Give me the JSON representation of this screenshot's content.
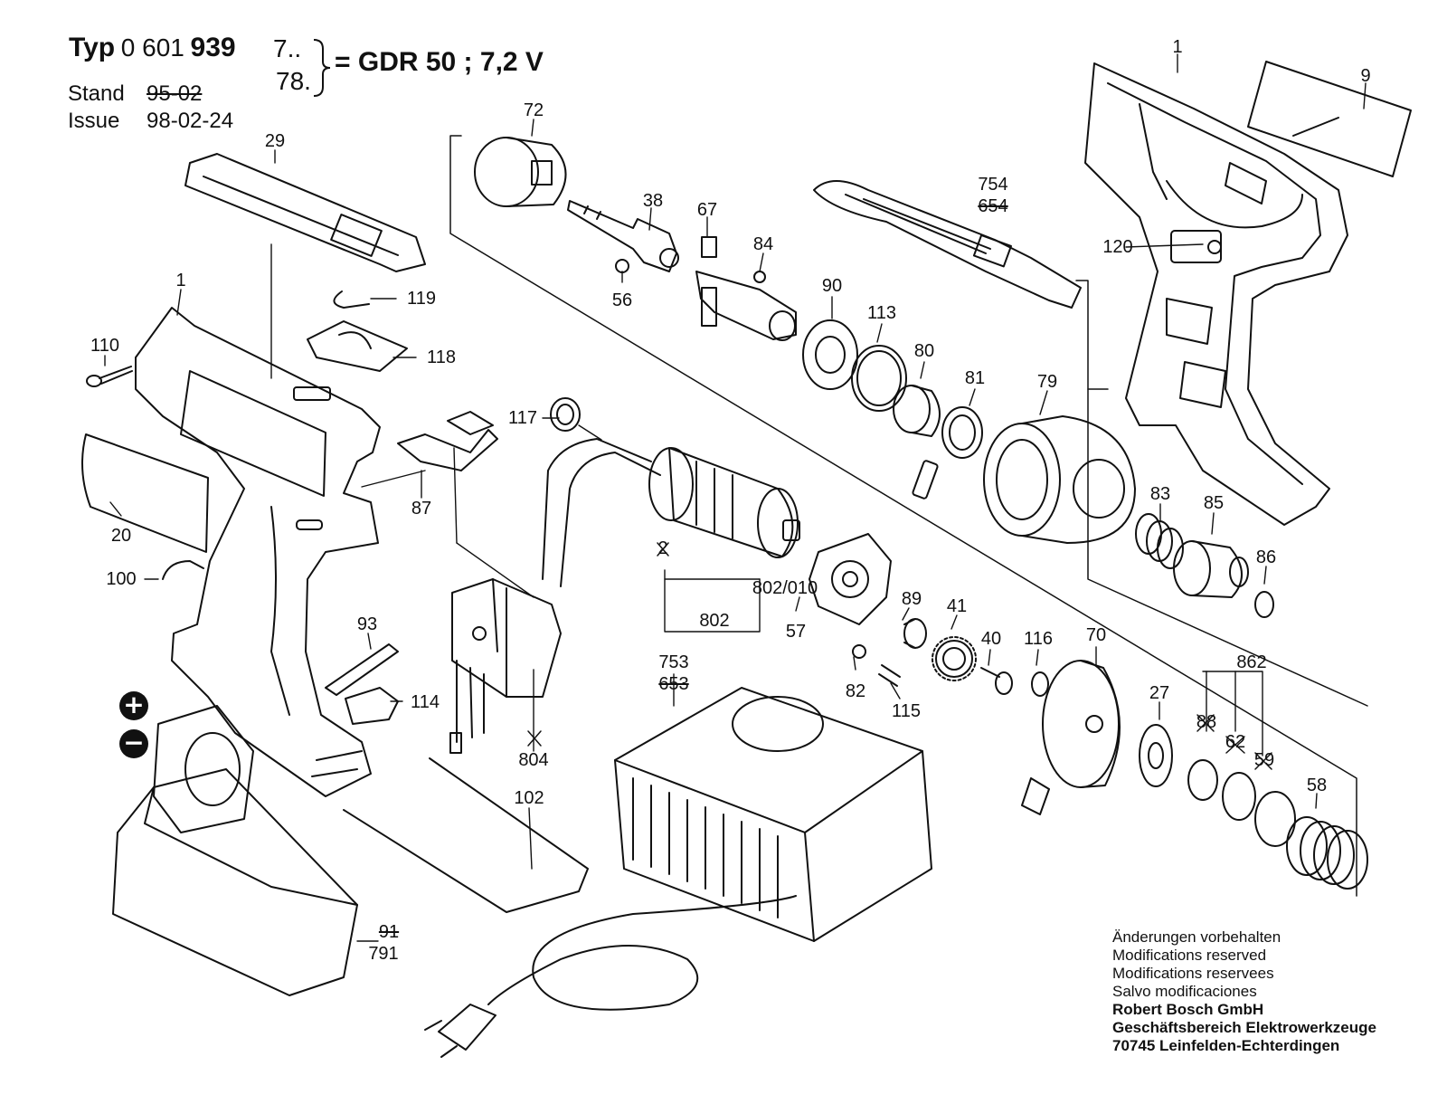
{
  "header": {
    "typ_label": "Typ",
    "typ_number_prefix": "0 601",
    "typ_number_bold": "939",
    "typ_variant_1": "7..",
    "typ_variant_2": "78.",
    "model": "= GDR 50 ; 7,2 V",
    "stand_label": "Stand",
    "stand_value": "95-02",
    "issue_label": "Issue",
    "issue_value": "98-02-24"
  },
  "symbols": {
    "plus": "+",
    "minus": "−"
  },
  "parts": {
    "p1a": "1",
    "p9": "9",
    "p72": "72",
    "p29": "29",
    "p38": "38",
    "p67": "67",
    "p754": "754",
    "p654": "654",
    "p120": "120",
    "p84": "84",
    "p56": "56",
    "p90": "90",
    "p113": "113",
    "p80": "80",
    "p81": "81",
    "p79": "79",
    "p1b": "1",
    "p119": "119",
    "p110": "110",
    "p118": "118",
    "p117": "117",
    "p87": "87",
    "p20": "20",
    "p100": "100",
    "p2": "2",
    "p802_010": "802/010",
    "p802": "802",
    "p83": "83",
    "p85": "85",
    "p86": "86",
    "p57": "57",
    "p89": "89",
    "p41": "41",
    "p93": "93",
    "p40": "40",
    "p116": "116",
    "p70": "70",
    "p862": "862",
    "p114": "114",
    "p82": "82",
    "p115": "115",
    "p753": "753",
    "p653": "653",
    "p27": "27",
    "p88": "88",
    "p62": "62",
    "p59": "59",
    "p804": "804",
    "p58": "58",
    "p102": "102",
    "p91": "91",
    "p791": "791"
  },
  "footer": {
    "line1": "Änderungen vorbehalten",
    "line2": "Modifications reserved",
    "line3": "Modifications reservees",
    "line4": "Salvo modificaciones",
    "line5": "Robert Bosch GmbH",
    "line6": "Geschäftsbereich Elektrowerkzeuge",
    "line7": "70745 Leinfelden-Echterdingen"
  }
}
